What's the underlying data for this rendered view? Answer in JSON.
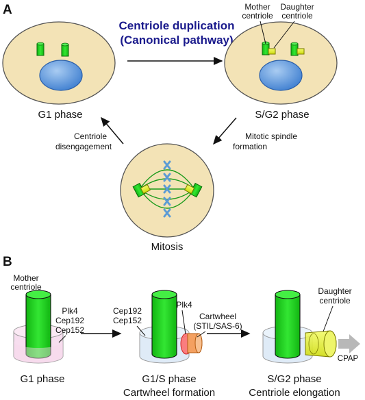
{
  "panel_a": {
    "letter": "A",
    "title_line1": "Centriole duplication",
    "title_line2": "(Canonical pathway)",
    "g1_label": "G1 phase",
    "sg2_label": "S/G2 phase",
    "mitosis_label": "Mitosis",
    "mother_centriole": [
      "Mother",
      "centriole"
    ],
    "daughter_centriole": [
      "Daughter",
      "centriole"
    ],
    "disengagement": [
      "Centriole",
      "disengagement"
    ],
    "spindle": [
      "Mitotic spindle",
      "formation"
    ]
  },
  "panel_b": {
    "letter": "B",
    "mother_centriole": [
      "Mother",
      "centriole"
    ],
    "g1_proteins": [
      "Plk4",
      "Cep192",
      "Cep152"
    ],
    "g1s_proteins": [
      "Cep192",
      "Cep152"
    ],
    "plk4": "Plk4",
    "cartwheel": [
      "Cartwheel",
      "(STIL/SAS-6)"
    ],
    "daughter_centriole": [
      "Daughter",
      "centriole"
    ],
    "cpap": "CPAP",
    "stage1": [
      "G1 phase"
    ],
    "stage2": [
      "G1/S phase",
      "Cartwheel formation"
    ],
    "stage3": [
      "S/G2 phase",
      "Centriole elongation"
    ]
  },
  "colors": {
    "cell": "#f3e3b6",
    "nucleus": "#4a88d8",
    "centriole_green": "#22cc22",
    "centriole_yellow": "#e6f21a",
    "spindle": "#1a9a1a",
    "chromosome": "#5b9bd5",
    "title_blue": "#1a1a8c"
  }
}
